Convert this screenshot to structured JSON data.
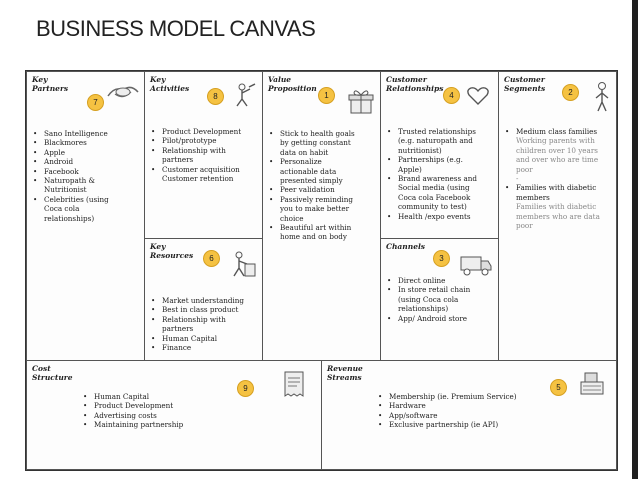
{
  "title": "BUSINESS MODEL CANVAS",
  "sections": {
    "key_partners": {
      "heading": [
        "Key",
        "Partners"
      ],
      "badge": "7",
      "items": [
        {
          "t": "Sano Intelligence"
        },
        {
          "t": "Blackmores"
        },
        {
          "t": "Apple"
        },
        {
          "t": "Android"
        },
        {
          "t": "Facebook"
        },
        {
          "t": "Naturopath &"
        },
        {
          "t": "Nutritionist",
          "plain": true
        },
        {
          "t": "Celebrities (using"
        },
        {
          "t": "Coca cola",
          "plain": true
        },
        {
          "t": "relationships)",
          "plain": true
        }
      ]
    },
    "key_activities": {
      "heading": [
        "Key",
        "Activities"
      ],
      "badge": "8",
      "items": [
        {
          "t": "Product Development"
        },
        {
          "t": "Pilot/prototype"
        },
        {
          "t": "Relationship with"
        },
        {
          "t": "partners",
          "plain": true
        },
        {
          "t": "Customer acquisition"
        },
        {
          "t": "Customer retention",
          "plain": true
        }
      ]
    },
    "value_proposition": {
      "heading": [
        "Value",
        "Proposition"
      ],
      "badge": "1",
      "items": [
        {
          "t": "Stick to health goals"
        },
        {
          "t": "by getting constant",
          "plain": true
        },
        {
          "t": "data on habit",
          "plain": true
        },
        {
          "t": "Personalize"
        },
        {
          "t": "actionable data",
          "plain": true
        },
        {
          "t": "presented simply",
          "plain": true
        },
        {
          "t": "Peer  validation"
        },
        {
          "t": "Passively reminding"
        },
        {
          "t": "you to make better",
          "plain": true
        },
        {
          "t": "choice",
          "plain": true
        },
        {
          "t": "Beautiful art within"
        },
        {
          "t": "home and on body",
          "plain": true
        }
      ]
    },
    "customer_relationships": {
      "heading": [
        "Customer",
        "Relationships"
      ],
      "badge": "4",
      "items": [
        {
          "t": "Trusted relationships"
        },
        {
          "t": "(e.g. naturopath and",
          "plain": true
        },
        {
          "t": "nutritionist)",
          "plain": true
        },
        {
          "t": "Partnerships (e.g."
        },
        {
          "t": "Apple)",
          "plain": true
        },
        {
          "t": "Brand awareness and"
        },
        {
          "t": "Social media (using",
          "plain": true
        },
        {
          "t": "Coca cola Facebook",
          "plain": true
        },
        {
          "t": "community to test)",
          "plain": true
        },
        {
          "t": "Health /expo events"
        }
      ]
    },
    "customer_segments": {
      "heading": [
        "Customer",
        "Segments"
      ],
      "badge": "2",
      "items": [
        {
          "t": "Medium class families"
        },
        {
          "t": "Working parents with",
          "plain": true,
          "grey": true
        },
        {
          "t": "children over 10 years",
          "plain": true,
          "grey": true
        },
        {
          "t": "and over who are time",
          "plain": true,
          "grey": true
        },
        {
          "t": "poor",
          "plain": true,
          "grey": true
        },
        {
          "t": "-",
          "plain": true,
          "grey": true
        },
        {
          "t": "Families with diabetic"
        },
        {
          "t": "members",
          "plain": true
        },
        {
          "t": "Families with diabetic",
          "plain": true,
          "grey": true
        },
        {
          "t": "members  who are data",
          "plain": true,
          "grey": true
        },
        {
          "t": "poor",
          "plain": true,
          "grey": true
        }
      ]
    },
    "key_resources": {
      "heading": [
        "Key",
        "Resources"
      ],
      "badge": "6",
      "items": [
        {
          "t": "Market understanding"
        },
        {
          "t": "Best in class product"
        },
        {
          "t": "Relationship with"
        },
        {
          "t": "partners",
          "plain": true
        },
        {
          "t": "Human Capital"
        },
        {
          "t": "Finance"
        }
      ]
    },
    "channels": {
      "heading": [
        "Channels"
      ],
      "badge": "3",
      "items": [
        {
          "t": "Direct online"
        },
        {
          "t": "In store retail chain"
        },
        {
          "t": "(using Coca cola",
          "plain": true
        },
        {
          "t": "relationships)",
          "plain": true
        },
        {
          "t": "App/ Android store"
        }
      ]
    },
    "cost_structure": {
      "heading": [
        "Cost",
        "Structure"
      ],
      "badge": "9",
      "items": [
        {
          "t": "Human Capital"
        },
        {
          "t": "Product Development"
        },
        {
          "t": "Advertising costs"
        },
        {
          "t": "Maintaining partnership"
        }
      ]
    },
    "revenue_streams": {
      "heading": [
        "Revenue",
        "Streams"
      ],
      "badge": "5",
      "items": [
        {
          "t": "Membership (ie. Premium Service)"
        },
        {
          "t": "Hardware"
        },
        {
          "t": "App/software"
        },
        {
          "t": "Exclusive partnership (ie API)"
        }
      ]
    }
  }
}
